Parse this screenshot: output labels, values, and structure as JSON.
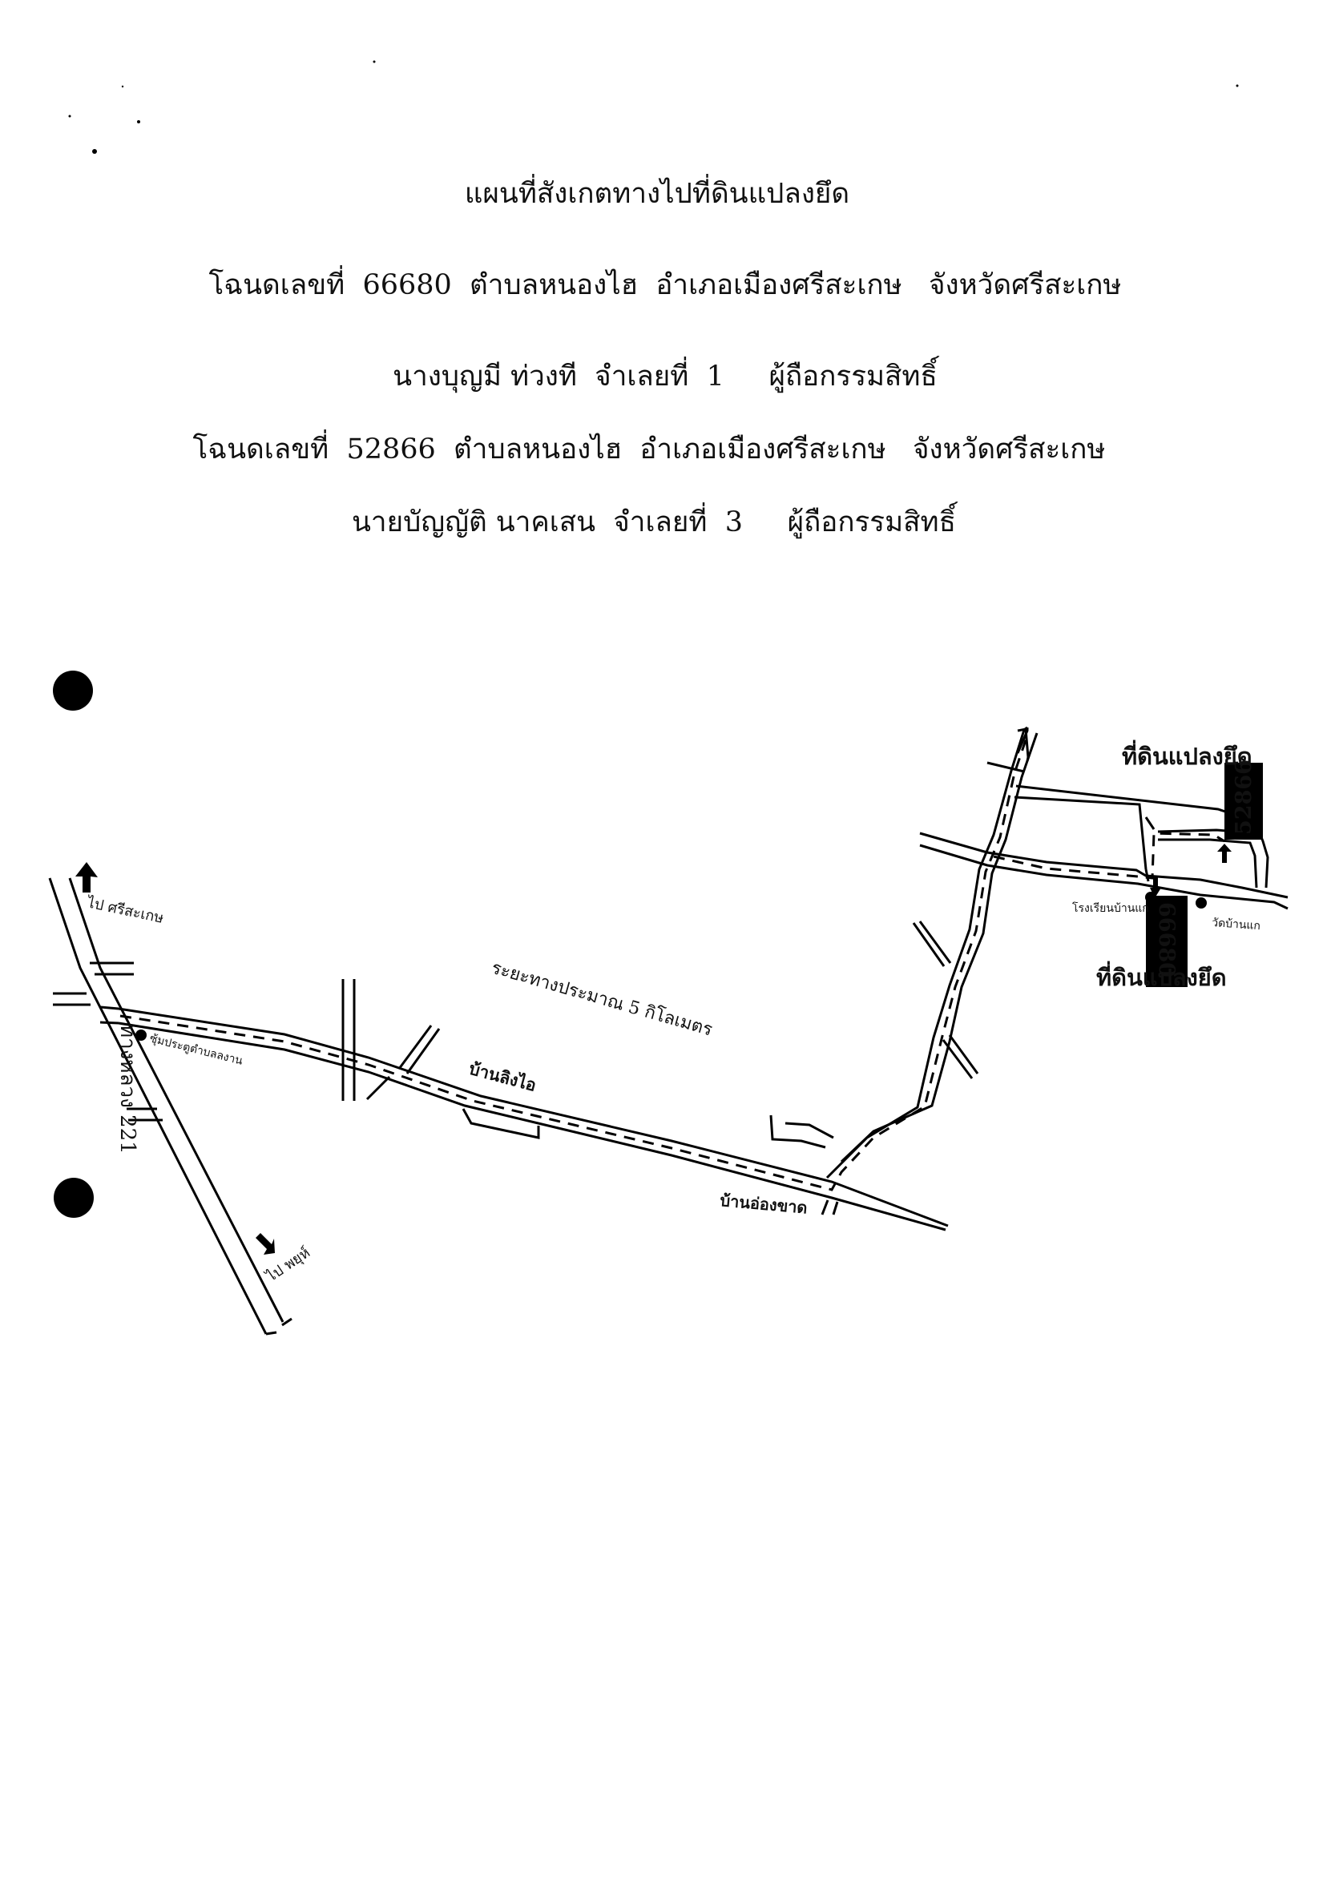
{
  "header": {
    "title": "แผนที่สังเกตทางไปที่ดินแปลงยึด",
    "deed_1": "โฉนดเลขที่  66680  ตำบลหนองไฮ  อำเภอเมืองศรีสะเกษ   จังหวัดศรีสะเกษ",
    "owner_1": "นางบุญมี ท่วงที  จำเลยที่  1     ผู้ถือกรรมสิทธิ์",
    "deed_2": "โฉนดเลขที่  52866  ตำบลหนองไฮ  อำเภอเมืองศรีสะเกษ   จังหวัดศรีสะเกษ",
    "owner_2": "นายบัญญัติ นาคเสน  จำเลยที่  3     ผู้ถือกรรมสิทธิ์"
  },
  "map": {
    "highway_label": "ทางหลวง 221",
    "to_sisaket": "ไป ศรีสะเกษ",
    "to_phayu": "ไป พยุห์",
    "lamkhan_dam": "ซุ้มประตูตำบลลงาน",
    "distance": "ระยะทางประมาณ 5 กิโลเมตร",
    "ban_lingai": "บ้านลิงไอ",
    "ban_ongkhat": "บ้านอ่องขาด",
    "school": "โรงเรียนบ้านแก",
    "temple": "วัดบ้านแก",
    "parcel_66680": "66680",
    "parcel_52866": "52866",
    "seized_land_top": "ที่ดินแปลงยึด",
    "seized_land_bottom": "ที่ดินแปลงยึด"
  }
}
